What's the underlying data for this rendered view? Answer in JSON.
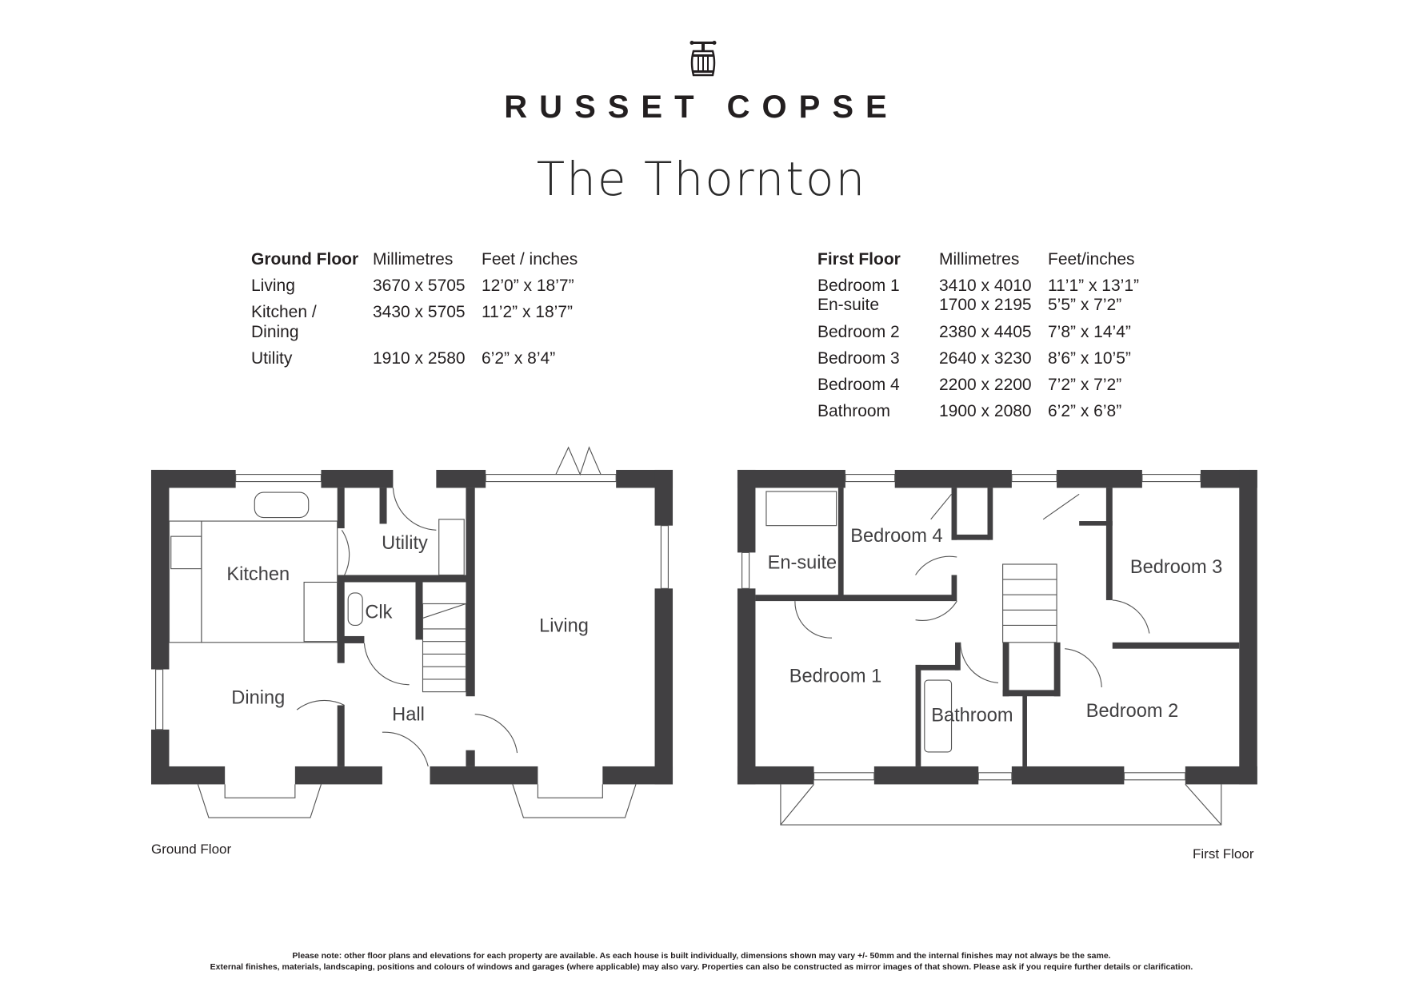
{
  "header": {
    "brand": "RUSSET COPSE",
    "house_name": "The Thornton",
    "logo_icon": "barrel-press-icon"
  },
  "ground_table": {
    "headers": [
      "Ground Floor",
      "Millimetres",
      "Feet / inches"
    ],
    "rows": [
      {
        "room": "Living",
        "mm": "3670 x 5705",
        "ft": "12’0” x 18’7”"
      },
      {
        "room": "Kitchen /",
        "room2": "Dining",
        "mm": "3430 x 5705",
        "ft": "11’2” x 18’7”"
      },
      {
        "room": "Utility",
        "mm": "1910 x 2580",
        "ft": "6’2” x 8’4”"
      }
    ]
  },
  "first_table": {
    "headers": [
      "First Floor",
      "Millimetres",
      "Feet/inches"
    ],
    "rows": [
      {
        "room": "Bedroom 1",
        "mm": "3410 x 4010",
        "ft": "11’1” x 13’1”"
      },
      {
        "room": "En-suite",
        "mm": "1700 x 2195",
        "ft": "5’5” x 7’2”"
      },
      {
        "room": "Bedroom 2",
        "mm": "2380 x 4405",
        "ft": "7’8” x 14’4”"
      },
      {
        "room": "Bedroom 3",
        "mm": "2640 x 3230",
        "ft": "8’6” x 10’5”"
      },
      {
        "room": "Bedroom 4",
        "mm": "2200 x 2200",
        "ft": "7’2” x 7’2”"
      },
      {
        "room": "Bathroom",
        "mm": "1900 x 2080",
        "ft": "6’2” x 6’8”"
      }
    ]
  },
  "ground_plan": {
    "label": "Ground Floor",
    "rooms": [
      "Kitchen",
      "Utility",
      "Clk",
      "Living",
      "Dining",
      "Hall"
    ]
  },
  "first_plan": {
    "label": "First Floor",
    "rooms": [
      "Bedroom 4",
      "En-suite",
      "Bedroom 3",
      "Bedroom 1",
      "Bathroom",
      "Bedroom 2"
    ]
  },
  "footer": {
    "line1": "Please note: other floor plans and elevations for each property are available. As each house is built individually, dimensions shown may vary +/- 50mm and the internal finishes may not always be the same.",
    "line2": "External finishes, materials, landscaping, positions and colours of windows and garages (where applicable) may also vary. Properties can also be constructed as mirror images of that shown. Please ask if you require further details or clarification."
  }
}
